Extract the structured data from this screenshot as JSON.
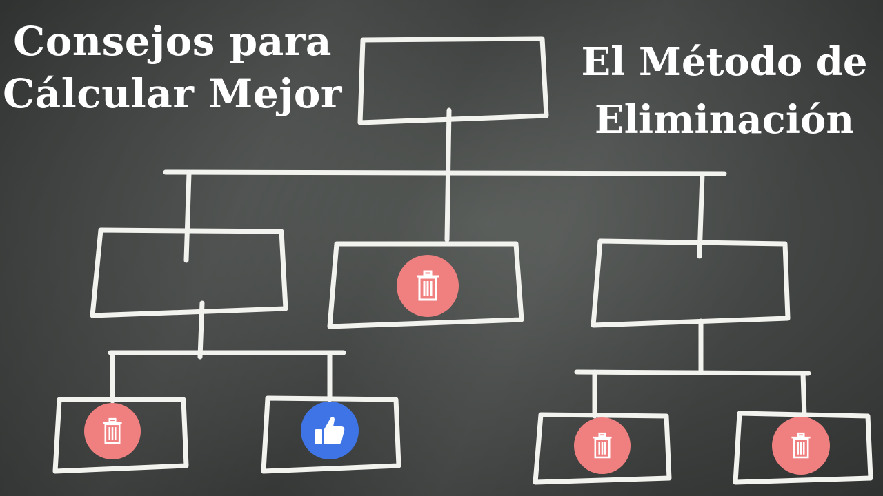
{
  "title_left": {
    "line1": "Consejos para",
    "line2": "Cálcular Mejor"
  },
  "title_right": {
    "line1": "El Método de",
    "line2": "Eliminación"
  },
  "colors": {
    "chalk": "#f2f2ee",
    "trash_badge": "#f08080",
    "like_badge": "#3f74e6",
    "icon": "#ffffff"
  },
  "badges": [
    {
      "name": "trash-icon",
      "label": "eliminado"
    },
    {
      "name": "trash-icon",
      "label": "eliminado"
    },
    {
      "name": "thumbs-up-icon",
      "label": "elegido"
    },
    {
      "name": "trash-icon",
      "label": "eliminado"
    },
    {
      "name": "trash-icon",
      "label": "eliminado"
    }
  ]
}
